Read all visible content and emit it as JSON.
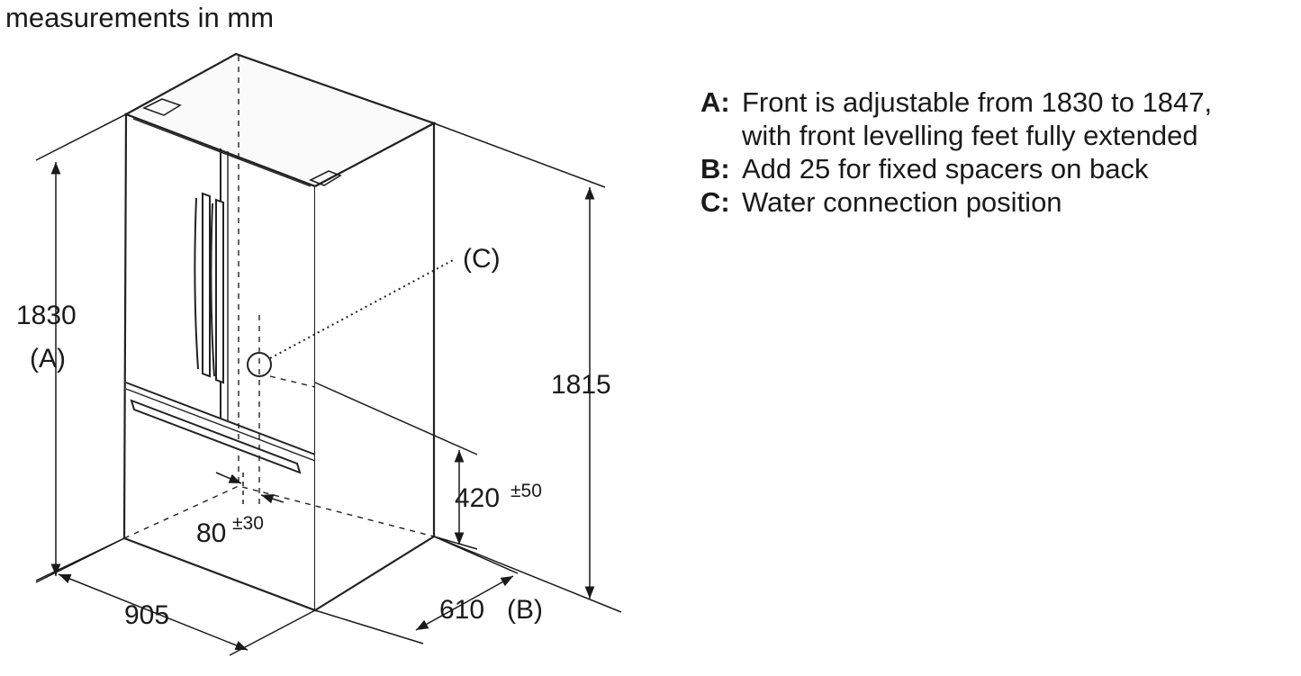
{
  "header": {
    "units": "measurements in mm"
  },
  "dimensions": {
    "height_total": "1830",
    "height_total_ref": "(A)",
    "height_back": "1815",
    "width": "905",
    "depth": "610",
    "depth_ref": "(B)",
    "water_height": "420",
    "water_height_tol": "±50",
    "water_offset": "80",
    "water_offset_tol": "±30",
    "water_label": "(C)"
  },
  "legend": {
    "items": [
      {
        "key": "A:",
        "lines": [
          "Front is adjustable from 1830 to 1847,",
          "with front levelling feet fully extended"
        ]
      },
      {
        "key": "B:",
        "lines": [
          "Add 25 for fixed spacers on back"
        ]
      },
      {
        "key": "C:",
        "lines": [
          "Water connection position"
        ]
      }
    ]
  }
}
